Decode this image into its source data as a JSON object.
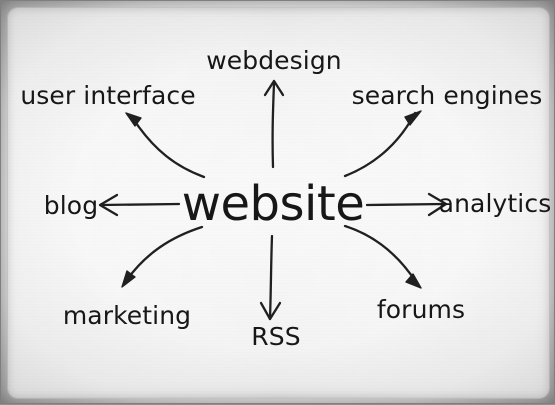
{
  "diagram": {
    "center": "website",
    "labels": {
      "webdesign": "webdesign",
      "user_interface": "user interface",
      "search_engines": "search engines",
      "blog": "blog",
      "analytics": "analytics",
      "marketing": "marketing",
      "rss": "RSS",
      "forums": "forums"
    }
  },
  "colors": {
    "ink": "#171717",
    "paper": "#f6f6f6",
    "frame": "#8f8f8f"
  }
}
